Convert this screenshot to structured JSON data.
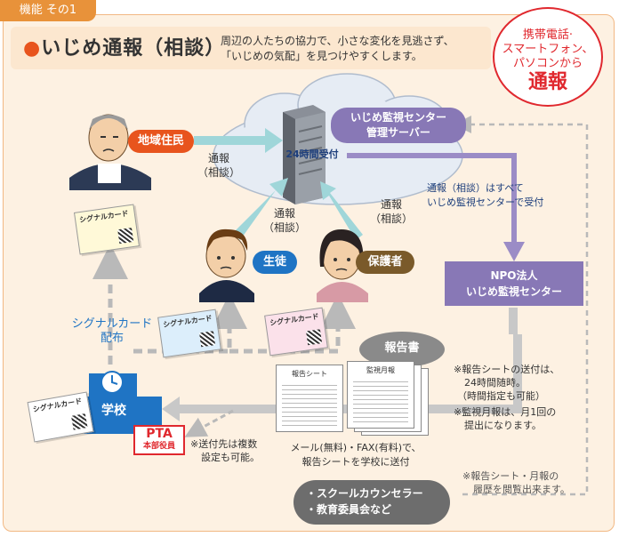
{
  "header": {
    "tab": "機能 その1",
    "bullet": "●",
    "title": "いじめ通報（相談）",
    "desc_line1": "周辺の人たちの協力で、小さな変化を見逃さず、",
    "desc_line2": "「いじめの気配」を見つけやすくします。"
  },
  "badge": {
    "line1": "携帯電話·",
    "line2": "スマートフォン、",
    "line3": "パソコンから",
    "line4": "通報"
  },
  "nodes": {
    "resident": "地域住民",
    "server_line1": "いじめ監視センター",
    "server_line2": "管理サーバー",
    "server_24h": "24時間受付",
    "student": "生徒",
    "guardian": "保護者",
    "npo_line1": "NPO法人",
    "npo_line2": "いじめ監視センター",
    "report": "報告書",
    "school": "学校",
    "pta_line1": "PTA",
    "pta_line2": "本部役員",
    "outside_line1": "・スクールカウンセラー",
    "outside_line2": "・教育委員会など"
  },
  "labels": {
    "report_resident_1": "通報",
    "report_resident_2": "（相談）",
    "report_student_1": "通報",
    "report_student_2": "（相談）",
    "report_guardian_1": "通報",
    "report_guardian_2": "（相談）",
    "npo_receive_1": "通報（相談）はすべて",
    "npo_receive_2": "いじめ監視センターで受付",
    "card_dist_1": "シグナルカード",
    "card_dist_2": "配布",
    "send_note_1": "※報告シートの送付は、",
    "send_note_2": "24時間随時。",
    "send_note_3": "（時間指定も可能）",
    "monthly_1": "※監視月報は、月1回の",
    "monthly_2": "提出になります。",
    "multi_dest_1": "※送付先は複数",
    "multi_dest_2": "設定も可能。",
    "mail_fax_1": "メール(無料)・FAX(有料)で、",
    "mail_fax_2": "報告シートを学校に送付",
    "view_note_1": "※報告シート・月報の",
    "view_note_2": "履歴を閲覧出来ます。"
  },
  "cards": {
    "card_title": "シグナルカード"
  },
  "documents": {
    "sheet": "報告シート",
    "monthly": "監視月報"
  },
  "colors": {
    "orange": "#e8541d",
    "blue": "#1f74c4",
    "navy": "#1e3f7c",
    "olive": "#7a5a2a",
    "purple": "#8878b6",
    "red": "#e0282e",
    "gray_arrow": "#c8c8c8",
    "teal_arrow": "#9fd6d9",
    "purple_arrow": "#9b8cc6"
  }
}
